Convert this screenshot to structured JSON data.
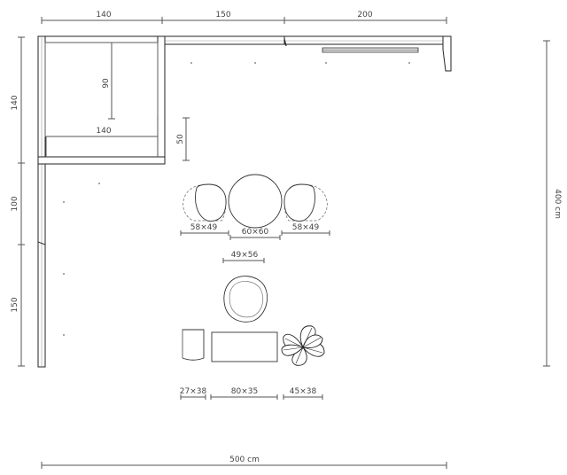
{
  "dimensions": {
    "top_140": "140",
    "top_150": "150",
    "top_200": "200",
    "left_140": "140",
    "left_100": "100",
    "left_150": "150",
    "right_total": "400 cm",
    "bottom_total": "500 cm",
    "kitchen_depth_90": "90",
    "kitchen_width_140": "140",
    "kitchen_gap_50": "50"
  },
  "furniture_labels": {
    "chair_left": "58×49",
    "dining_table": "60×60",
    "chair_right": "58×49",
    "armchair": "49×56",
    "side_table": "27×38",
    "sofa": "80×35",
    "plant": "45×38"
  }
}
